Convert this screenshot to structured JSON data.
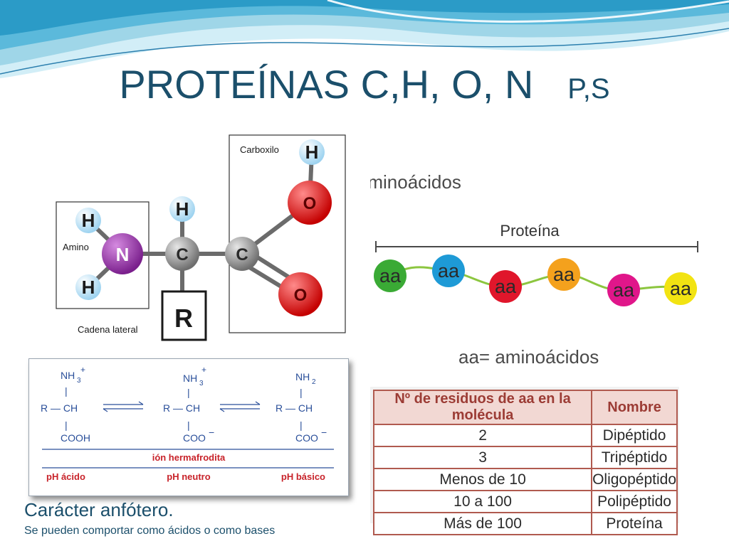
{
  "title": {
    "main": "PROTEÍNAS  C,H, O, N",
    "sub": "P,S"
  },
  "molecule": {
    "labels": {
      "carboxyl": "Carboxilo",
      "amino": "Amino",
      "side_chain": "Cadena lateral"
    },
    "atoms": {
      "h": "H",
      "n": "N",
      "c": "C",
      "o": "O",
      "r": "R"
    }
  },
  "chain": {
    "heading": "Aminoácidos",
    "protein_label": "Proteína",
    "bead_label": "aa",
    "colors": [
      "#3aaa35",
      "#1e9ad6",
      "#e0162b",
      "#f4a11d",
      "#e0168a",
      "#f2e312"
    ],
    "legend": "aa= aminoácidos"
  },
  "equilibrium": {
    "nh3": "NH",
    "nh3_sub": "3",
    "nh2_sub": "2",
    "plus": "+",
    "minus": "−",
    "r_ch": "R — CH",
    "bar": "|",
    "cooh": "COOH",
    "coo": "COO",
    "zwitterion": "ión hermafrodita",
    "ph_acid": "pH ácido",
    "ph_neutral": "pH neutro",
    "ph_basic": "pH básico"
  },
  "table": {
    "headers": [
      "Nº de residuos de aa en la molécula",
      "Nombre"
    ],
    "rows": [
      [
        "2",
        "Dipéptido"
      ],
      [
        "3",
        "Tripéptido"
      ],
      [
        "Menos de 10",
        "Oligopéptido"
      ],
      [
        "10 a 100",
        "Polipéptido"
      ],
      [
        "Más de 100",
        "Proteína"
      ]
    ]
  },
  "footer": {
    "title": "Carácter anfótero.",
    "subtitle": "Se pueden comportar como ácidos o como bases"
  },
  "colors": {
    "title": "#1b4f6b",
    "wave_light": "#9fd6e8",
    "wave_dark": "#2b9bc7",
    "table_header": "#9c3c35",
    "table_border": "#b05a4f",
    "equation_text": "#2a4f9a",
    "equation_labels": "#c8232a"
  }
}
